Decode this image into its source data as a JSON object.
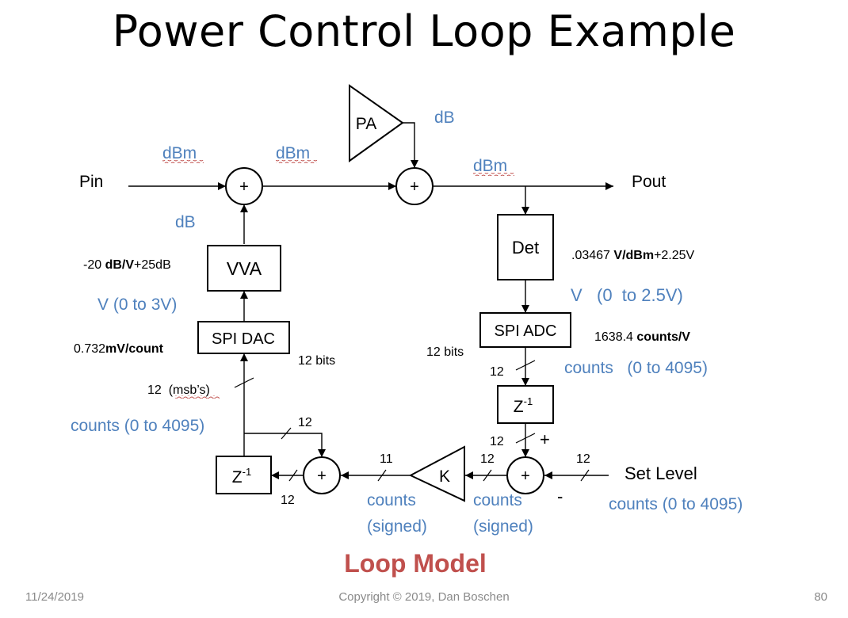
{
  "title": "Power Control Loop Example",
  "footer": {
    "date": "11/24/2019",
    "copyright": "Copyright © 2019, Dan Boschen",
    "page": "80"
  },
  "blocks": {
    "pa": "PA",
    "vva": "VVA",
    "spi_dac": "SPI DAC",
    "det": "Det",
    "spi_adc": "SPI ADC",
    "delay": "Z",
    "delay_exp": "-1",
    "gain": "K",
    "sum": "+"
  },
  "signals": {
    "pin": "Pin",
    "pout": "Pout",
    "set_level": "Set Level"
  },
  "units": {
    "dbm_in": "dBm",
    "dbm_mid": "dBm",
    "db_pa": "dB",
    "dbm_out": "dBm",
    "db_vva": "dB",
    "v_vva": "V (0 to 3V)",
    "counts_dac": "counts (0 to 4095)",
    "v_det": "V   (0  to 2.5V)",
    "counts_adc": "counts   (0 to 4095)",
    "counts_set": "counts (0 to 4095)",
    "counts_signed_1": "counts",
    "counts_signed_2": "counts",
    "signed_1": "(signed)",
    "signed_2": "(signed)"
  },
  "gains": {
    "vva_prefix": "-20 ",
    "vva_bold": "dB/V",
    "vva_suffix": "+25dB",
    "dac_prefix": "0.732",
    "dac_bold": "mV/count",
    "det_prefix": ".03467 ",
    "det_bold": "V/dBm",
    "det_suffix": "+2.25V",
    "adc_prefix": "1638.4 ",
    "adc_bold": "counts/V"
  },
  "bits": {
    "dac_bits": "12 bits",
    "adc_bits": "12 bits",
    "msbs": "12  (msb’s)",
    "adc_bus": "12",
    "z_out": "12",
    "feedback": "12",
    "k_out": "11",
    "k_in": "12",
    "set_in": "12",
    "acc_in": "12"
  },
  "signs": {
    "plus": "+",
    "minus": "-"
  },
  "caption": "Loop Model",
  "colors": {
    "blue": "#4f81bd",
    "red": "#c0504d",
    "gray": "#8a8a8a"
  }
}
